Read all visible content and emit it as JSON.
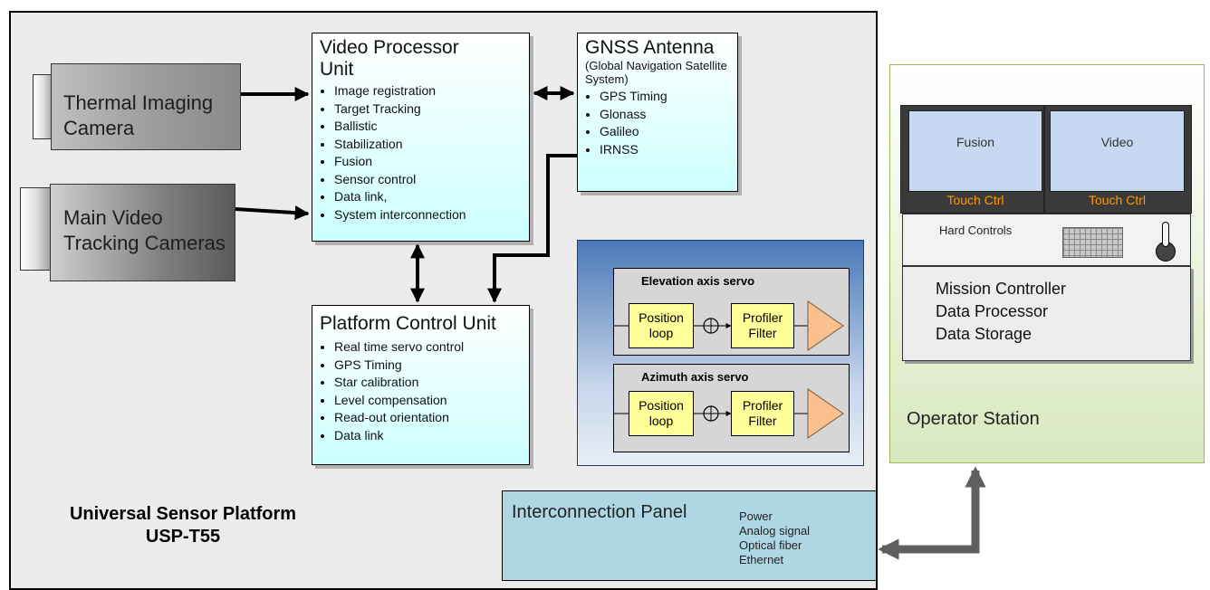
{
  "platform": {
    "title_line1": "Universal Sensor Platform",
    "title_line2": "USP-T55"
  },
  "cameras": {
    "thermal_line1": "Thermal Imaging",
    "thermal_line2": "Camera",
    "main_line1": "Main Video",
    "main_line2": "Tracking Cameras"
  },
  "video_unit": {
    "title_line1": "Video Processor",
    "title_line2": "Unit",
    "items": [
      "Image registration",
      "Target Tracking",
      "Ballistic",
      "Stabilization",
      "Fusion",
      "Sensor control",
      "Data link,",
      "System interconnection"
    ]
  },
  "gnss": {
    "title": "GNSS Antenna",
    "subtitle_line1": "(Global Navigation Satellite",
    "subtitle_line2": "System)",
    "items": [
      "GPS Timing",
      "Glonass",
      "Galileo",
      "IRNSS"
    ]
  },
  "platform_unit": {
    "title": "Platform Control Unit",
    "items": [
      "Real time servo control",
      "GPS Timing",
      "Star calibration",
      "Level compensation",
      "Read-out orientation",
      "Data link"
    ]
  },
  "servo": {
    "elevation_title": "Elevation axis servo",
    "azimuth_title": "Azimuth axis servo",
    "position_line1": "Position",
    "position_line2": "loop",
    "profiler_line1": "Profiler",
    "profiler_line2": "Filter"
  },
  "interconnection": {
    "title": "Interconnection Panel",
    "items": [
      "Power",
      "Analog signal",
      "Optical fiber",
      "Ethernet"
    ]
  },
  "operator": {
    "screen_left": "Fusion",
    "screen_right": "Video",
    "touch_left": "Touch Ctrl",
    "touch_right": "Touch Ctrl",
    "hard_controls": "Hard Controls",
    "lines": [
      "Mission Controller",
      "Data Processor",
      "Data Storage"
    ],
    "title": "Operator Station"
  },
  "colors": {
    "unit_fill": "#ccffff",
    "servo_panel": "#4a78b8",
    "yellow_box": "#ffff99",
    "amplifier": "#fac090",
    "panel": "#add8e3",
    "touch_text": "#ff9900",
    "operator_border": "#9bbb59"
  }
}
